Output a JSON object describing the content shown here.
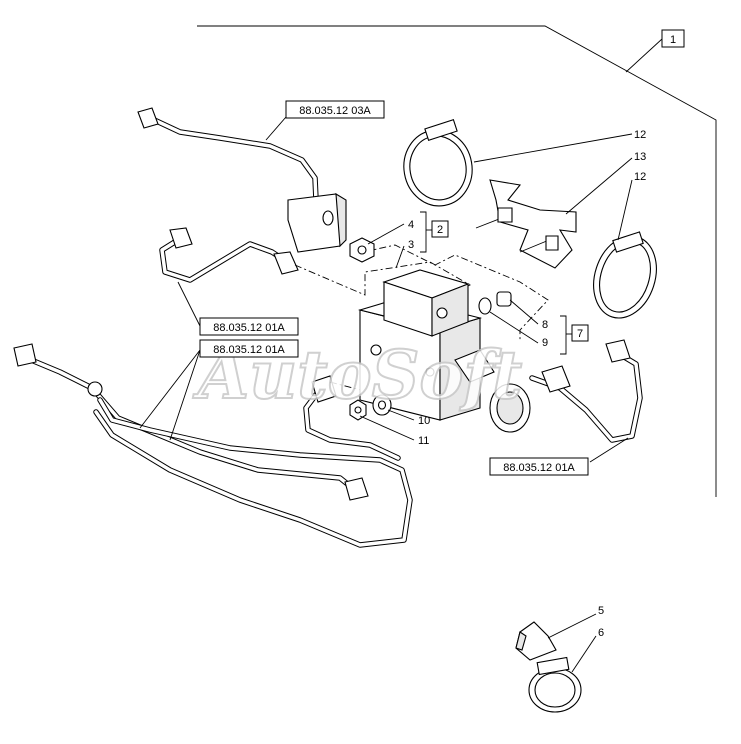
{
  "watermark": "AutoSoft",
  "assembly_ref": "1",
  "group_refs": {
    "g2": "2",
    "g7": "7"
  },
  "references": {
    "harness": "88.035.12 03A",
    "pipe_left_upper": "88.035.12 01A",
    "pipe_left_lower": "88.035.12 01A",
    "pipe_right": "88.035.12 01A"
  },
  "part_numbers": {
    "p3": "3",
    "p4": "4",
    "p5": "5",
    "p6": "6",
    "p8": "8",
    "p9": "9",
    "p10": "10",
    "p11": "11",
    "p12_top": "12",
    "p12_right": "12",
    "p13": "13"
  }
}
